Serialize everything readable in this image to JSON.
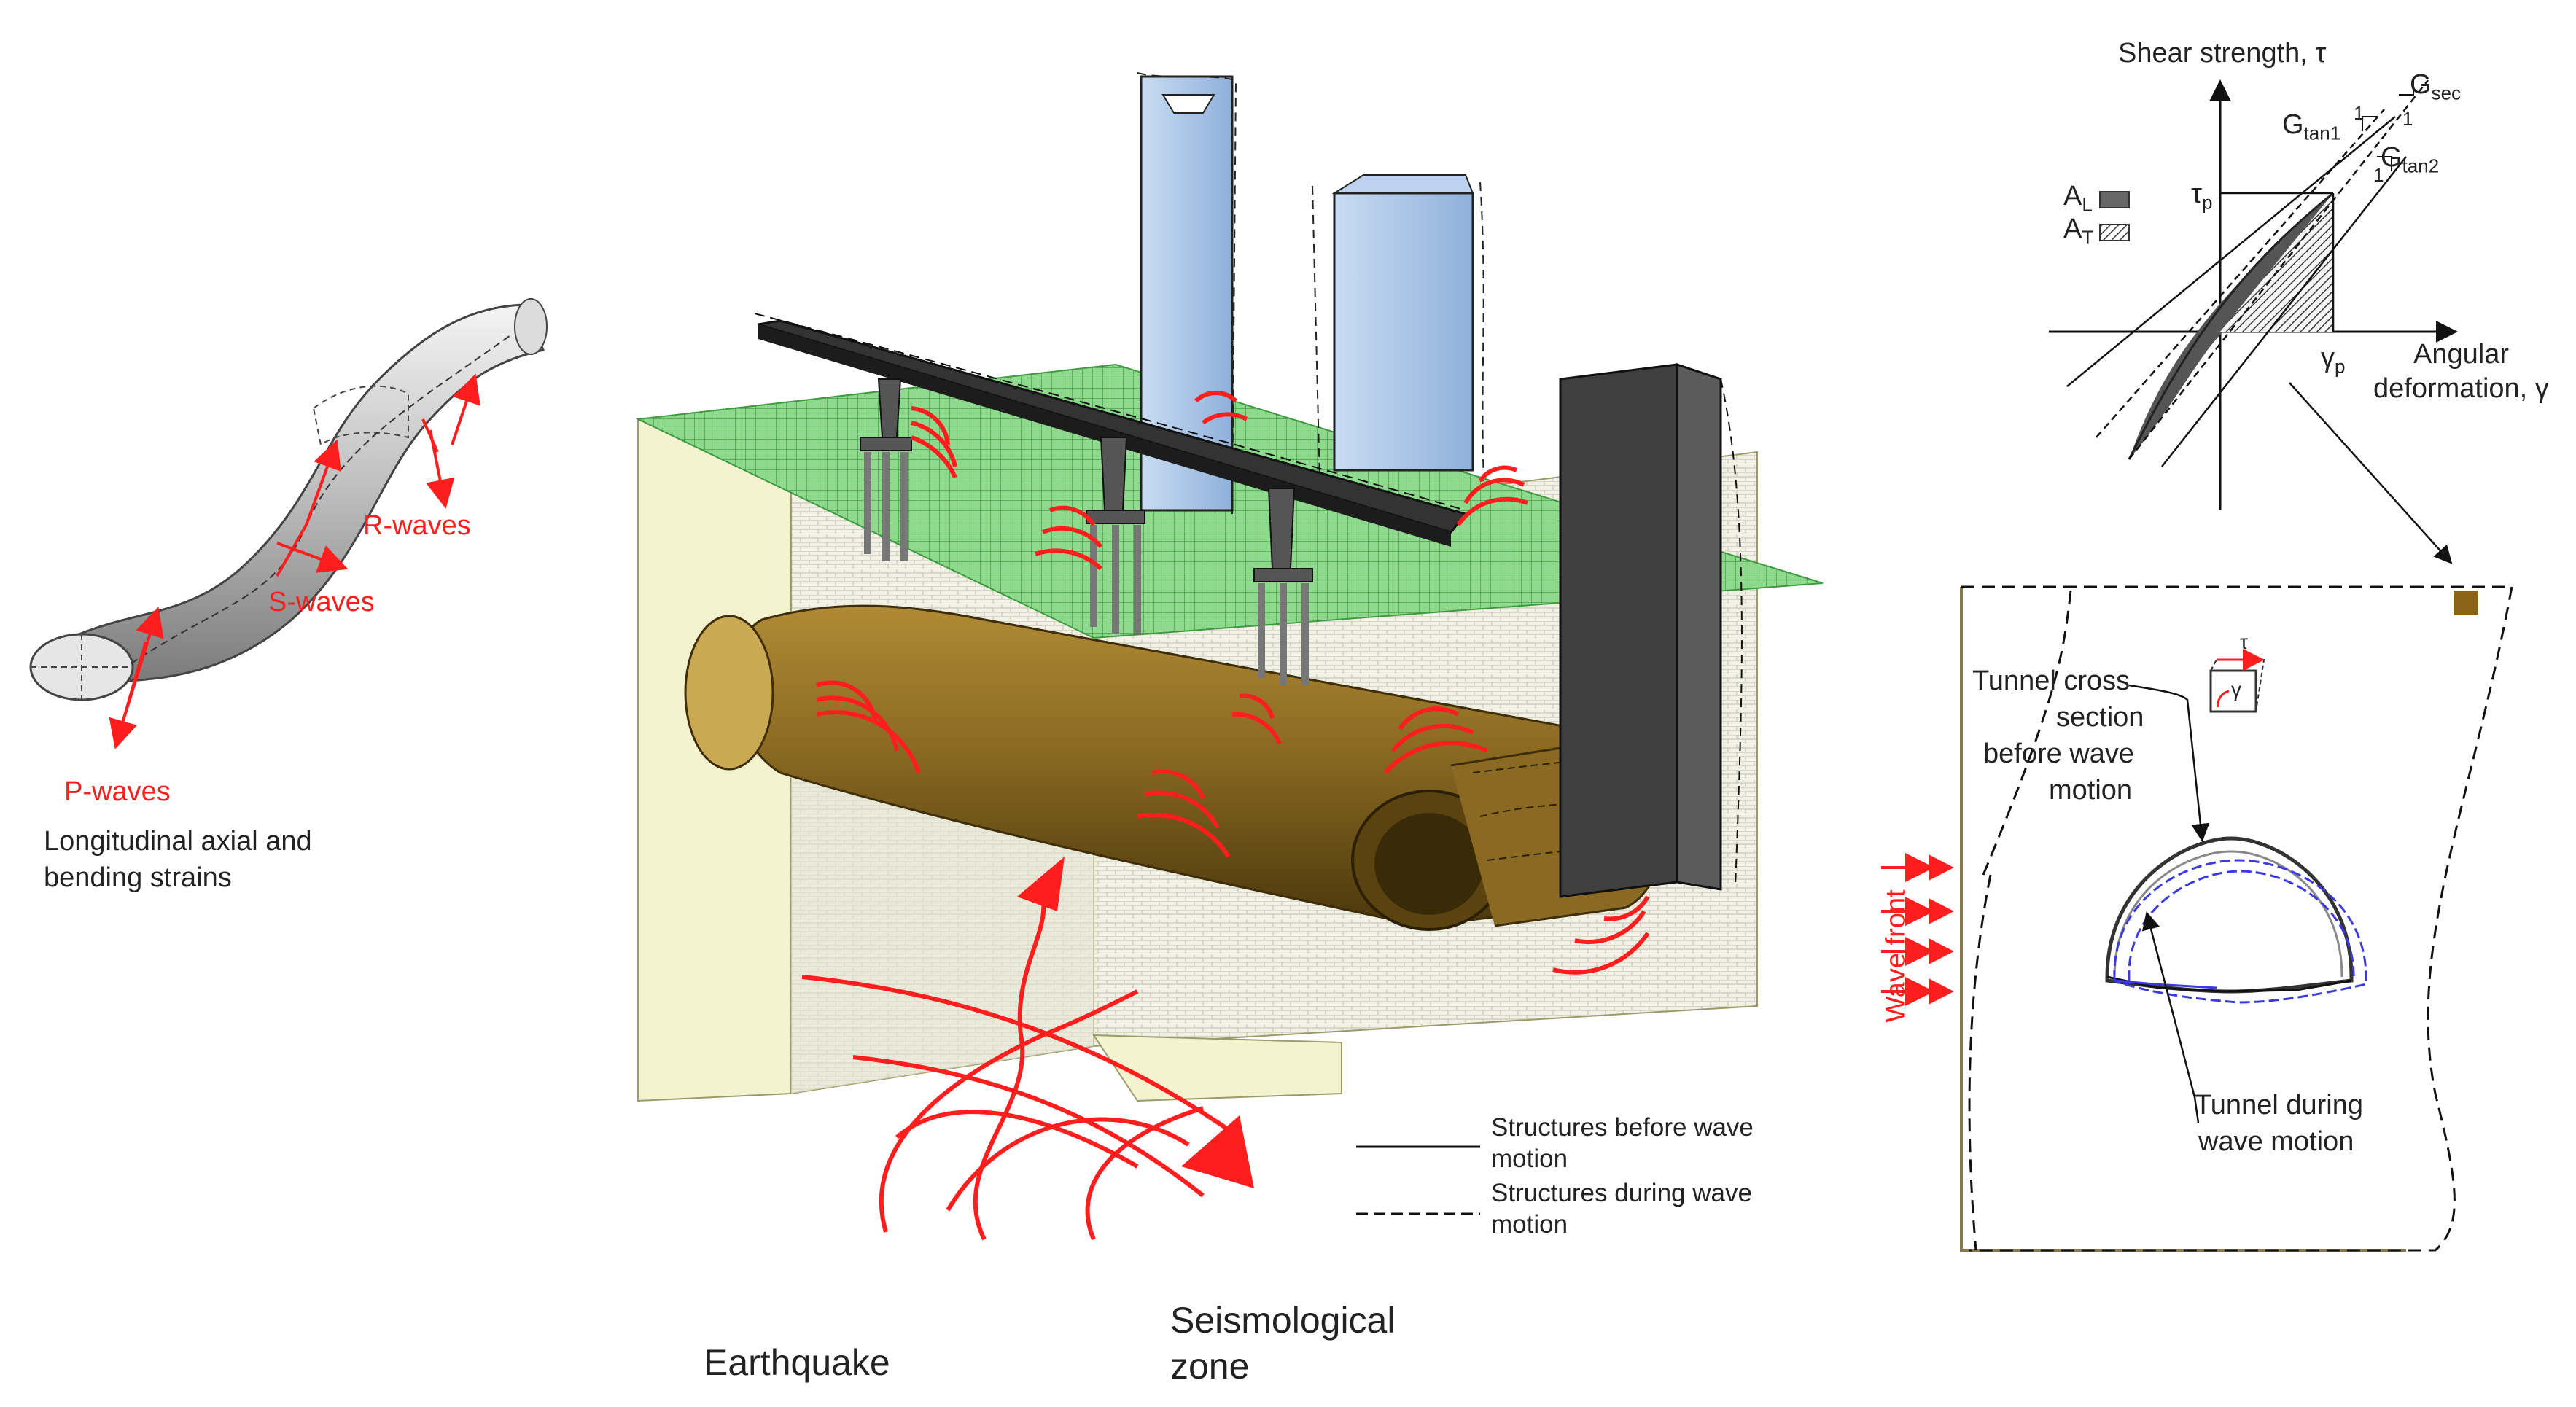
{
  "left_panel": {
    "p_waves": "P-waves",
    "s_waves": "S-waves",
    "r_waves": "R-waves",
    "caption_line1": "Longitudinal axial and",
    "caption_line2": "bending strains"
  },
  "center_panel": {
    "earthquake": "Earthquake",
    "seismological_line1": "Seismological",
    "seismological_line2": "zone",
    "legend": {
      "before_line1": "Structures before wave",
      "before_line2": "motion",
      "during_line1": "Structures during wave",
      "during_line2": "motion"
    }
  },
  "graph": {
    "y_axis": "Shear strength, τ",
    "x_axis_line1": "Angular",
    "x_axis_line2": "deformation, γ",
    "g_sec": "G",
    "g_sec_sub": "sec",
    "g_tan1": "G",
    "g_tan1_sub": "tan1",
    "g_tan2": "G",
    "g_tan2_sub": "tan2",
    "tau_p": "τ",
    "tau_p_sub": "p",
    "gamma_p": "γ",
    "gamma_p_sub": "p",
    "one_a": "1",
    "one_b": "1",
    "one_c": "1",
    "a_l": "A",
    "a_l_sub": "L",
    "a_t": "A",
    "a_t_sub": "T"
  },
  "right_panel": {
    "wave_front": "Wave front",
    "cross_line1": "Tunnel cross",
    "cross_line2": "section",
    "cross_line3": "before wave",
    "cross_line4": "motion",
    "during_line1": "Tunnel during",
    "during_line2": "wave motion",
    "tau": "τ",
    "gamma": "γ"
  },
  "colors": {
    "wave_red": "#ff1e1e",
    "tunnel_brown": "#7a5c1a",
    "ground_green": "#6fcf6f",
    "soil_beige": "#efefcf",
    "glass_blue": "#a9c4e6",
    "dark_building": "#4a4a4a",
    "blue_deformed": "#3a3ae0"
  }
}
